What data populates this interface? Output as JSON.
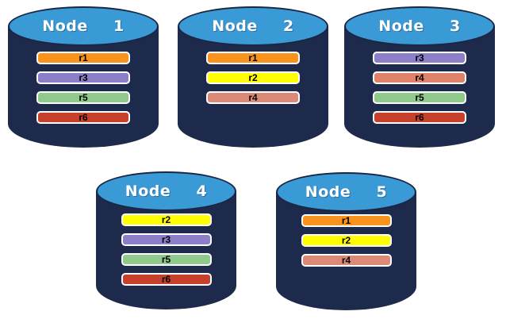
{
  "diagram": {
    "description": "Five database nodes holding replicated partitions r1-r6",
    "background": "#ffffff"
  },
  "colors": {
    "cylinder_body": "#1E2A4B",
    "cylinder_top": "#3A9AD5",
    "cylinder_outline": "#1B2644",
    "bar_border": "#ffffff",
    "bar_text": "#000000",
    "title_text": "#ffffff"
  },
  "replica_palette": {
    "r1": "#F8941D",
    "r2": "#FFFF00",
    "r3": "#8C7EC8",
    "r4": "#DB8A78",
    "r5": "#8FC98B",
    "r6": "#C6402B"
  },
  "nodes": [
    {
      "title": "Node  1",
      "replicas": [
        {
          "label": "r1",
          "color": "#F8941D"
        },
        {
          "label": "r3",
          "color": "#8C7EC8"
        },
        {
          "label": "r5",
          "color": "#8FC98B"
        },
        {
          "label": "r6",
          "color": "#C6402B"
        }
      ]
    },
    {
      "title": "Node  2",
      "replicas": [
        {
          "label": "r1",
          "color": "#F8941D"
        },
        {
          "label": "r2",
          "color": "#FFFF00"
        },
        {
          "label": "r4",
          "color": "#DB8A78"
        }
      ]
    },
    {
      "title": "Node  3",
      "replicas": [
        {
          "label": "r3",
          "color": "#8C7EC8"
        },
        {
          "label": "r4",
          "color": "#E08169"
        },
        {
          "label": "r5",
          "color": "#8FC98B"
        },
        {
          "label": "r6",
          "color": "#C6402B"
        }
      ]
    },
    {
      "title": "Node  4",
      "replicas": [
        {
          "label": "r2",
          "color": "#FFFF00"
        },
        {
          "label": "r3",
          "color": "#8C7EC8"
        },
        {
          "label": "r5",
          "color": "#8FC98B"
        },
        {
          "label": "r6",
          "color": "#C6402B"
        }
      ]
    },
    {
      "title": "Node  5",
      "replicas": [
        {
          "label": "r1",
          "color": "#F8941D"
        },
        {
          "label": "r2",
          "color": "#FFFF00"
        },
        {
          "label": "r4",
          "color": "#DB8A78"
        }
      ]
    }
  ]
}
